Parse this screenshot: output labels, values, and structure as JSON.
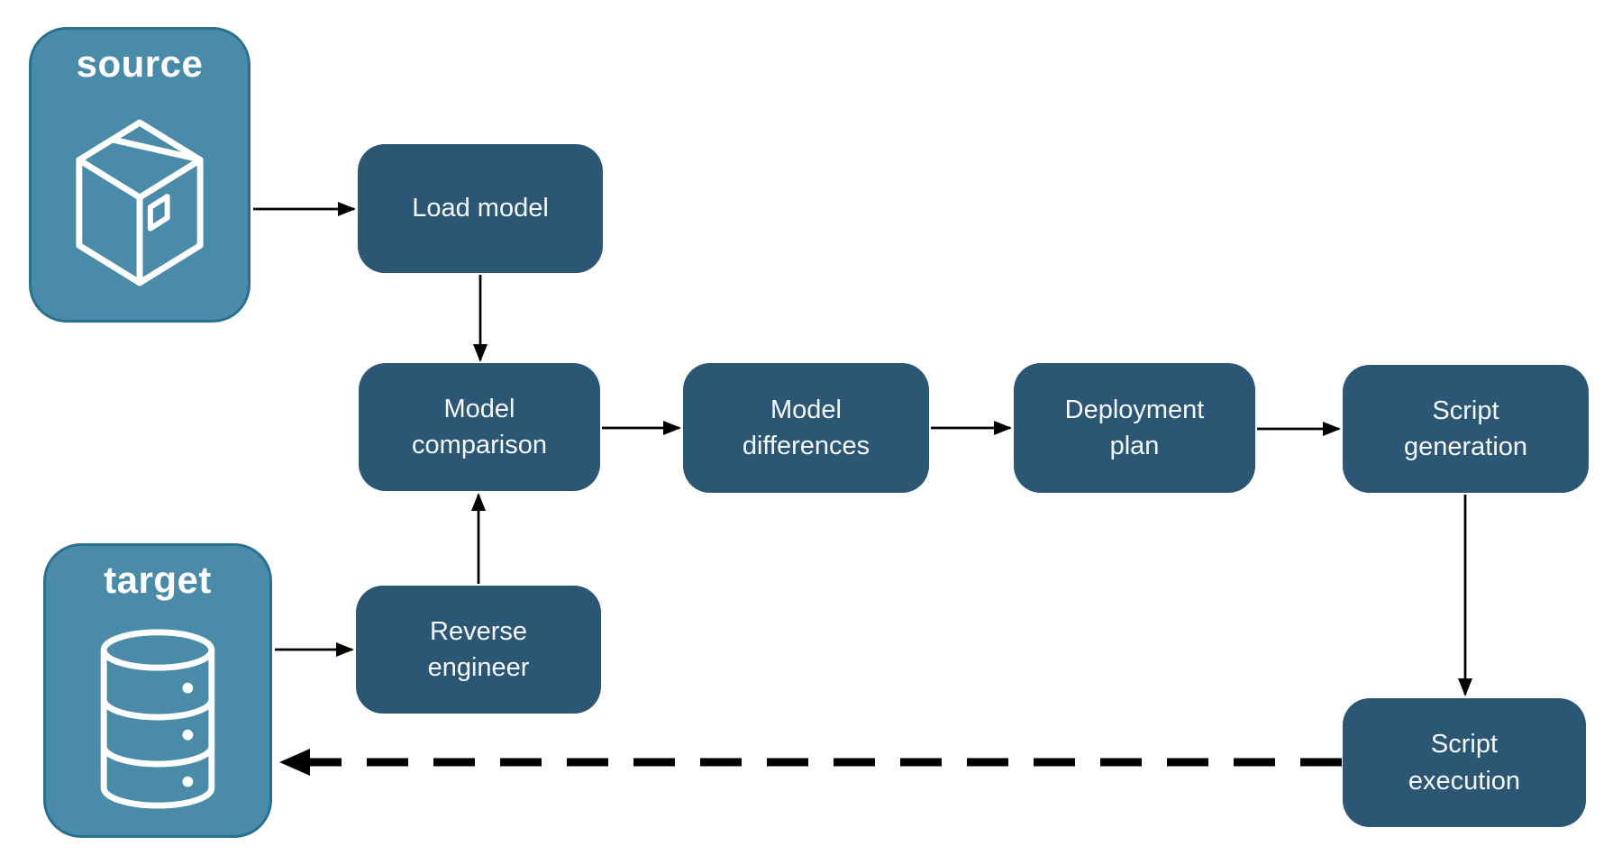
{
  "diagram": {
    "containers": [
      {
        "id": "source",
        "label": "source",
        "icon": "package-icon"
      },
      {
        "id": "target",
        "label": "target",
        "icon": "database-icon"
      }
    ],
    "nodes": [
      {
        "id": "load-model",
        "label": "Load model"
      },
      {
        "id": "model-comparison",
        "label": "Model\ncomparison"
      },
      {
        "id": "model-differences",
        "label": "Model\ndifferences"
      },
      {
        "id": "deployment-plan",
        "label": "Deployment\nplan"
      },
      {
        "id": "script-generation",
        "label": "Script\ngeneration"
      },
      {
        "id": "reverse-engineer",
        "label": "Reverse\nengineer"
      },
      {
        "id": "script-execution",
        "label": "Script\nexecution"
      }
    ],
    "edges": [
      {
        "from": "source",
        "to": "load-model",
        "style": "solid"
      },
      {
        "from": "load-model",
        "to": "model-comparison",
        "style": "solid"
      },
      {
        "from": "model-comparison",
        "to": "model-differences",
        "style": "solid"
      },
      {
        "from": "model-differences",
        "to": "deployment-plan",
        "style": "solid"
      },
      {
        "from": "deployment-plan",
        "to": "script-generation",
        "style": "solid"
      },
      {
        "from": "script-generation",
        "to": "script-execution",
        "style": "solid"
      },
      {
        "from": "target",
        "to": "reverse-engineer",
        "style": "solid"
      },
      {
        "from": "reverse-engineer",
        "to": "model-comparison",
        "style": "solid"
      },
      {
        "from": "script-execution",
        "to": "target",
        "style": "dashed"
      }
    ]
  },
  "colors": {
    "container_fill": "#4A8BA9",
    "container_border": "#2A7191",
    "node_fill": "#2B5674",
    "node_text": "#F7FAFC",
    "title_text": "#FFFFFF",
    "arrow": "#000000",
    "background": "#FFFFFF"
  }
}
